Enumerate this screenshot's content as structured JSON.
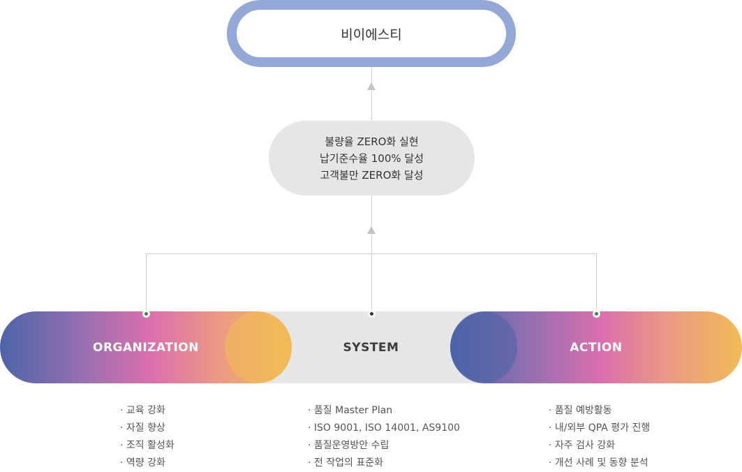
{
  "company": "비이에스티",
  "goals": [
    "불량율 ZERO화 실현",
    "납기준수율 100% 달성",
    "고객불만 ZERO화 달성"
  ],
  "categories": [
    {
      "label": "ORGANIZATION",
      "items": [
        "교육 강화",
        "자질 향상",
        "조직 활성화",
        "역량 강화"
      ]
    },
    {
      "label": "SYSTEM",
      "items": [
        "품질 Master Plan",
        "ISO 9001, ISO 14001, AS9100",
        "품질운영방안 수립",
        "전 작업의 표준화"
      ]
    },
    {
      "label": "ACTION",
      "items": [
        "품질 예방활동",
        "내/외부 QPA 평가 진행",
        "자주 검사 강화",
        "개선 사례 및 동향 분석"
      ]
    }
  ],
  "colors": {
    "top_border": "#93a8d6",
    "gray": "#e6e6e6",
    "gradient": [
      "#4d63a8",
      "#db6fae",
      "#f2bb55"
    ],
    "dot": "#2d8a4b"
  }
}
